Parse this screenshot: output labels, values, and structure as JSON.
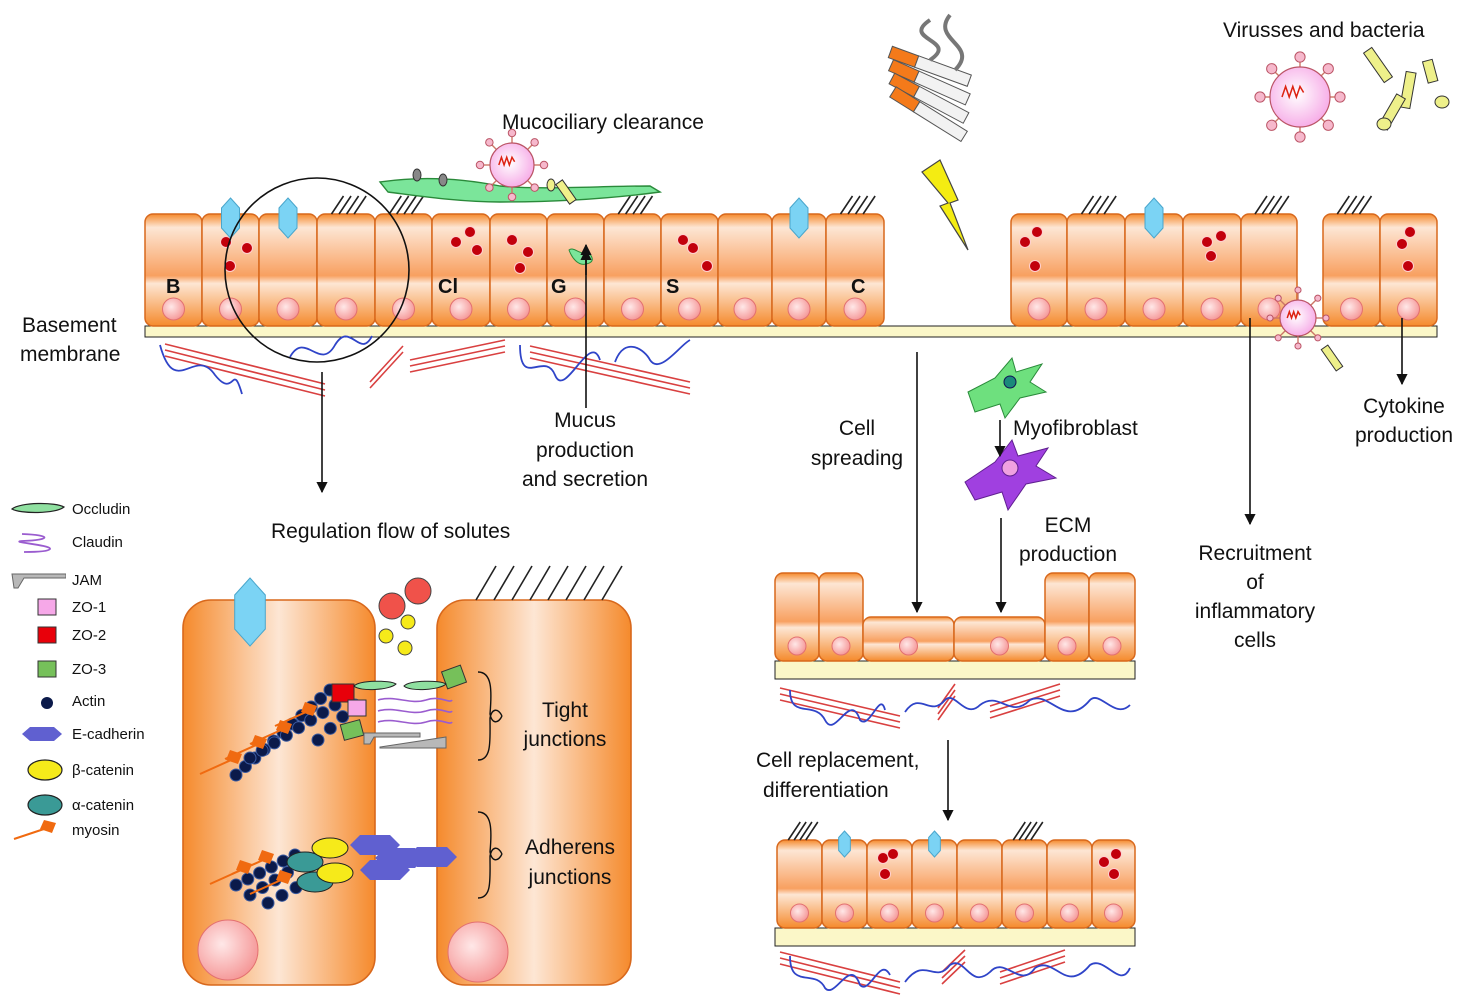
{
  "labels": {
    "mucociliary": "Mucociliary clearance",
    "viruses": "Virusses and bacteria",
    "basement_line1": "Basement",
    "basement_line2": "membrane",
    "mucus_line1": "Mucus",
    "mucus_line2": "production",
    "mucus_line3": "and secretion",
    "regulation": "Regulation  flow of solutes",
    "tight_line1": "Tight",
    "tight_line2": "junctions",
    "adherens_line1": "Adherens",
    "adherens_line2": "junctions",
    "cell_spreading_line1": "Cell",
    "cell_spreading_line2": "spreading",
    "myofibroblast": "Myofibroblast",
    "ecm_line1": "ECM",
    "ecm_line2": "production",
    "recruitment_line1": "Recruitment",
    "recruitment_line2": "of",
    "recruitment_line3": "inflammatory",
    "recruitment_line4": "cells",
    "cytokine_line1": "Cytokine",
    "cytokine_line2": "production",
    "replacement_line1": "Cell replacement,",
    "replacement_line2": "differentiation"
  },
  "cell_letters": [
    "B",
    "Cl",
    "G",
    "S",
    "C"
  ],
  "legend": [
    {
      "icon": "occludin-icon",
      "label": "Occludin",
      "color": "#8fe0a0"
    },
    {
      "icon": "claudin-icon",
      "label": "Claudin",
      "color": "#9a5ccf"
    },
    {
      "icon": "jam-icon",
      "label": "JAM",
      "color": "#a0a0a0"
    },
    {
      "icon": "zo1-icon",
      "label": "ZO-1",
      "color": "#f6a8e8"
    },
    {
      "icon": "zo2-icon",
      "label": "ZO-2",
      "color": "#e8000a"
    },
    {
      "icon": "zo3-icon",
      "label": "ZO-3",
      "color": "#76c05a"
    },
    {
      "icon": "actin-icon",
      "label": "Actin",
      "color": "#0b1a4a"
    },
    {
      "icon": "e-cadherin-icon",
      "label": "E-cadherin",
      "color": "#6060d0"
    },
    {
      "icon": "beta-catenin-icon",
      "label": "β-catenin",
      "color": "#f6ea1a"
    },
    {
      "icon": "alpha-catenin-icon",
      "label": "α-catenin",
      "color": "#3a9a96"
    },
    {
      "icon": "myosin-icon",
      "label": "myosin",
      "color": "#f06a10"
    }
  ],
  "colors": {
    "cell_orange": "#f7943a",
    "cell_light": "#fde7d6",
    "nucleus": "#f7b0b0",
    "membrane": "#fbf7c8",
    "granule": "#c2000c",
    "hexagon": "#7bd3f4",
    "collagen": "#d94040",
    "elastin": "#2f44c8",
    "lightning": "#f4ec12"
  }
}
